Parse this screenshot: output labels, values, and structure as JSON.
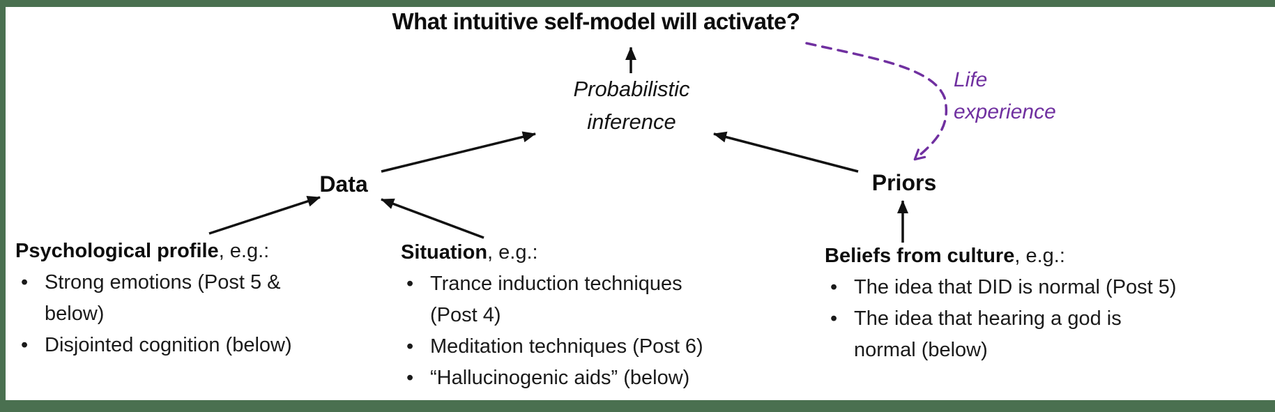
{
  "colors": {
    "frame_border_green": "#4a7050",
    "life_experience_purple": "#7030a0",
    "arrow_black": "#111111",
    "text": "#1a1a1a"
  },
  "bullet_char": "•",
  "title": "What intuitive self-model will activate?",
  "inference": {
    "line1": "Probabilistic",
    "line2": "inference"
  },
  "nodes": {
    "data": "Data",
    "priors": "Priors"
  },
  "life_experience": {
    "line1": "Life",
    "line2": "experience"
  },
  "arrows": [
    "probabilistic-inference to title",
    "data to probabilistic-inference",
    "priors to probabilistic-inference",
    "psychological-profile to data",
    "situation to data",
    "beliefs-from-culture to priors",
    "dashed purple: title area to priors (life experience)"
  ],
  "columns": [
    {
      "heading_bold": "Psychological profile",
      "heading_rest": ", e.g.:",
      "bullets": [
        "Strong emotions (Post 5 & below)",
        "Disjointed cognition (below)"
      ]
    },
    {
      "heading_bold": "Situation",
      "heading_rest": ", e.g.:",
      "bullets": [
        "Trance induction techniques (Post 4)",
        "Meditation techniques (Post 6)",
        "“Hallucinogenic aids” (below)"
      ]
    },
    {
      "heading_bold": "Beliefs from culture",
      "heading_rest": ", e.g.:",
      "bullets": [
        "The idea that DID is normal (Post 5)",
        "The idea that hearing a god is normal (below)"
      ]
    }
  ]
}
